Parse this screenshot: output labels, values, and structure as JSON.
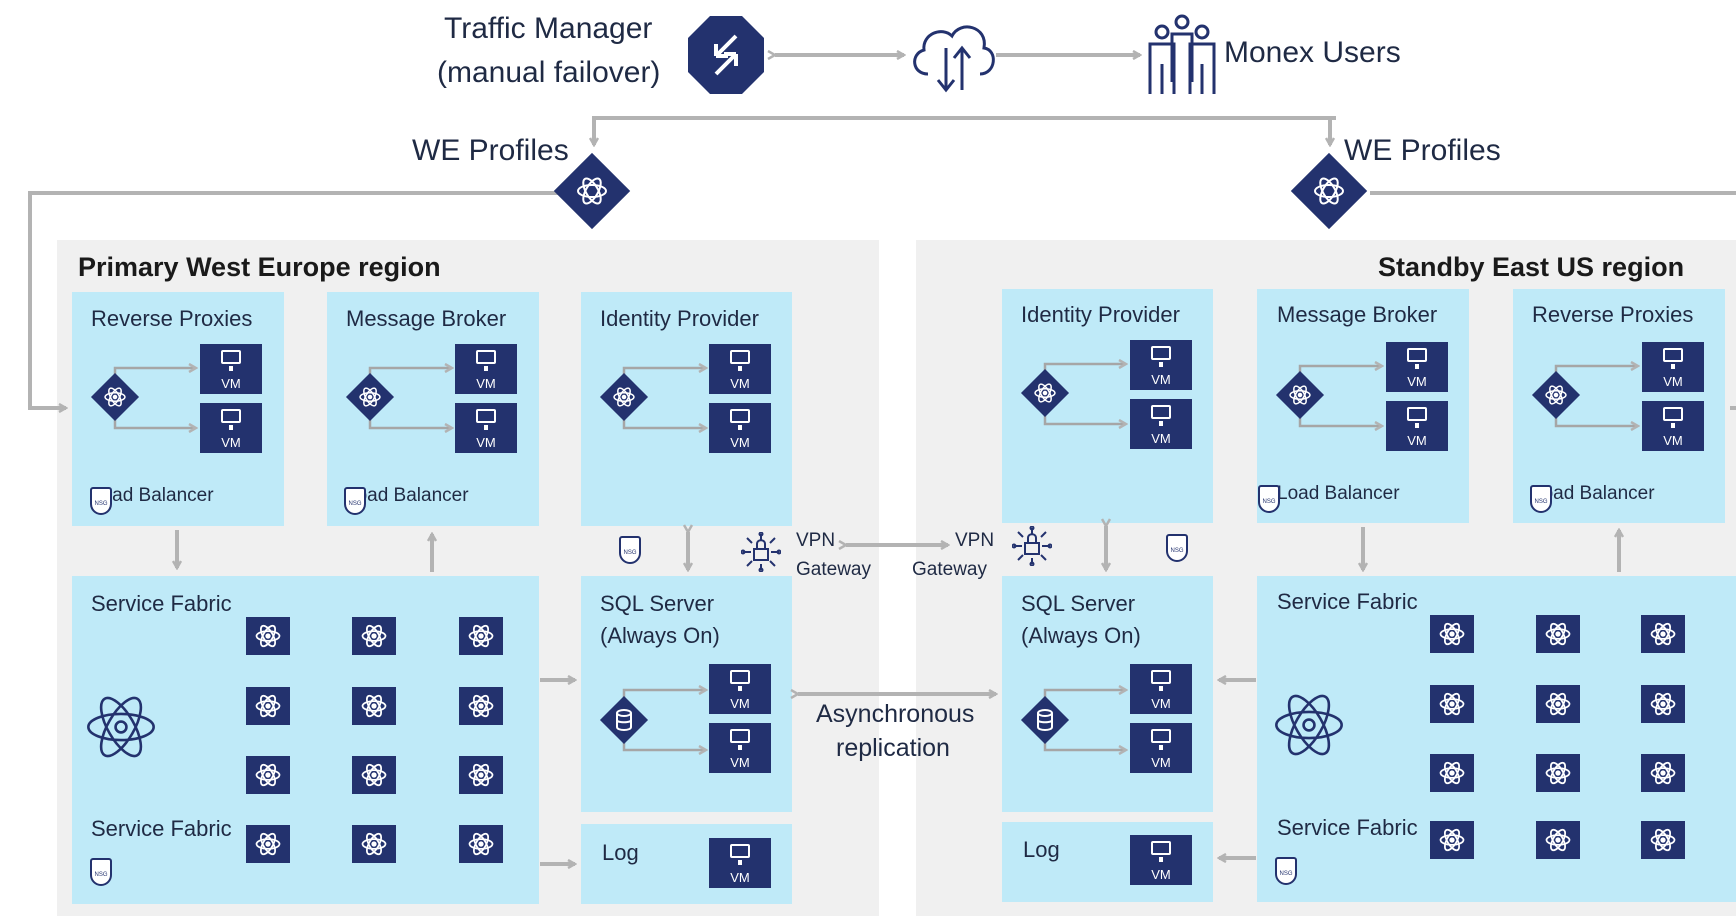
{
  "top": {
    "traffic_manager_line1": "Traffic Manager",
    "traffic_manager_line2": "(manual failover)",
    "users_label": "Monex Users",
    "we_profiles_left": "WE Profiles",
    "we_profiles_right": "WE Profiles"
  },
  "primary": {
    "title": "Primary West Europe region",
    "reverse_proxies": "Reverse Proxies",
    "message_broker": "Message Broker",
    "identity_provider": "Identity Provider",
    "load_balancer": "Load Balancer",
    "service_fabric_top": "Service Fabric",
    "service_fabric_bottom": "Service Fabric",
    "sql_line1": "SQL Server",
    "sql_line2": "(Always On)",
    "log": "Log",
    "vpn_line1": "VPN",
    "vpn_line2": "Gateway"
  },
  "standby": {
    "title": "Standby East US region",
    "reverse_proxies": "Reverse Proxies",
    "message_broker": "Message Broker",
    "identity_provider": "Identity Provider",
    "load_balancer": "Load Balancer",
    "service_fabric_top": "Service Fabric",
    "service_fabric_bottom": "Service Fabric",
    "sql_line1": "SQL Server",
    "sql_line2": "(Always On)",
    "log": "Log",
    "vpn_line1": "VPN",
    "vpn_line2": "Gateway"
  },
  "replication_line1": "Asynchronous",
  "replication_line2": "replication",
  "vm_label": "VM",
  "colors": {
    "region_bg": "#f0f0f0",
    "box_bg": "#bfeaf8",
    "icon_navy": "#23326e",
    "arrow_gray": "#b3b3b3"
  },
  "icons": [
    "traffic-manager-icon",
    "cloud-transfer-icon",
    "users-icon",
    "front-door-icon",
    "load-balancer-icon",
    "vm-icon",
    "service-fabric-icon",
    "sql-database-icon",
    "vpn-gateway-icon",
    "nsg-shield-icon"
  ]
}
